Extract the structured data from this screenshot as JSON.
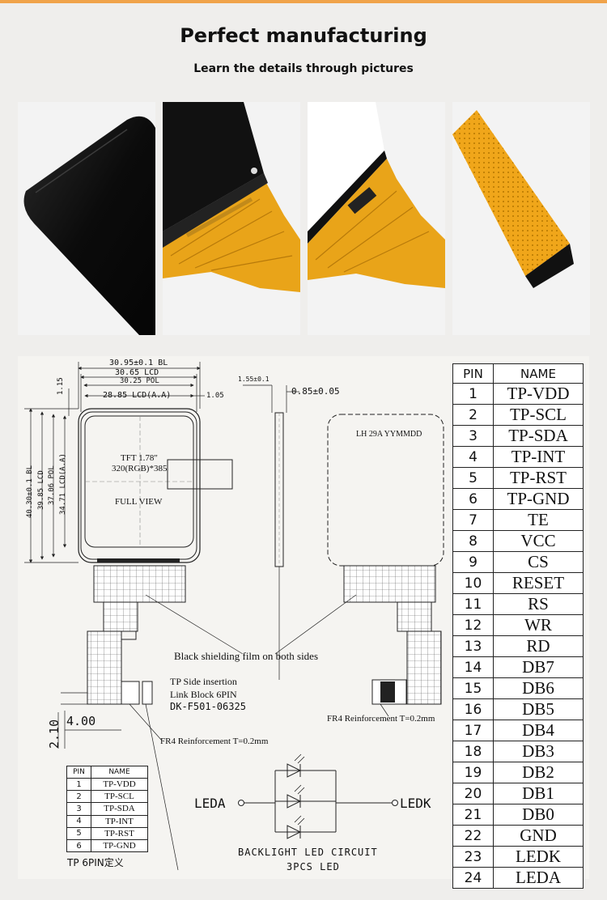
{
  "header": {
    "title": "Perfect manufacturing",
    "subtitle": "Learn the details through pictures"
  },
  "photos": [
    "display-corner-photo",
    "fpc-bonding-photo",
    "fpc-connector-photo",
    "fpc-tail-photo"
  ],
  "drawing": {
    "dims": {
      "bl_width": "30.95±0.1  BL",
      "lcd_width": "30.65  LCD",
      "pol_width": "30.25  POL",
      "aa_width": "28.85  LCD(A.A)",
      "offset_right": "1.05",
      "offset_top": "1.15",
      "bl_height": "40.30±0.1  BL",
      "lcd_height": "39.85  LCD",
      "pol_height": "37.06  POL",
      "aa_height": "34.71  LCD(A.A)",
      "side_dim": "1.55±0.1",
      "thickness": "0.85±0.05",
      "fpc_w": "4.00",
      "fpc_h": "2.10"
    },
    "front_text": {
      "tft": "TFT 1.78\"",
      "resolution": "320(RGB)*385",
      "full_view": "FULL VIEW"
    },
    "back_text": "LH  29A  YYMMDD",
    "notes": {
      "shielding": "Black shielding film on both sides",
      "tp_side": "TP Side insertion",
      "link_block": "Link Block 6PIN",
      "part_no": "DK-F501-06325",
      "fr4_right": "FR4 Reinforcement T=0.2mm",
      "fr4_left": "FR4 Reinforcement T=0.2mm"
    },
    "circuit": {
      "leda": "LEDA",
      "ledk": "LEDK",
      "title": "BACKLIGHT LED CIRCUIT",
      "subtitle": "3PCS LED"
    },
    "tp_caption": "TP 6PIN定义"
  },
  "pin_table": {
    "headers": [
      "PIN",
      "NAME"
    ],
    "rows": [
      [
        "1",
        "TP-VDD"
      ],
      [
        "2",
        "TP-SCL"
      ],
      [
        "3",
        "TP-SDA"
      ],
      [
        "4",
        "TP-INT"
      ],
      [
        "5",
        "TP-RST"
      ],
      [
        "6",
        "TP-GND"
      ],
      [
        "7",
        "TE"
      ],
      [
        "8",
        "VCC"
      ],
      [
        "9",
        "CS"
      ],
      [
        "10",
        "RESET"
      ],
      [
        "11",
        "RS"
      ],
      [
        "12",
        "WR"
      ],
      [
        "13",
        "RD"
      ],
      [
        "14",
        "DB7"
      ],
      [
        "15",
        "DB6"
      ],
      [
        "16",
        "DB5"
      ],
      [
        "17",
        "DB4"
      ],
      [
        "18",
        "DB3"
      ],
      [
        "19",
        "DB2"
      ],
      [
        "20",
        "DB1"
      ],
      [
        "21",
        "DB0"
      ],
      [
        "22",
        "GND"
      ],
      [
        "23",
        "LEDK"
      ],
      [
        "24",
        "LEDA"
      ]
    ]
  },
  "tp_pin_table": {
    "headers": [
      "PIN",
      "NAME"
    ],
    "rows": [
      [
        "1",
        "TP-VDD"
      ],
      [
        "2",
        "TP-SCL"
      ],
      [
        "3",
        "TP-SDA"
      ],
      [
        "4",
        "TP-INT"
      ],
      [
        "5",
        "TP-RST"
      ],
      [
        "6",
        "TP-GND"
      ]
    ]
  }
}
